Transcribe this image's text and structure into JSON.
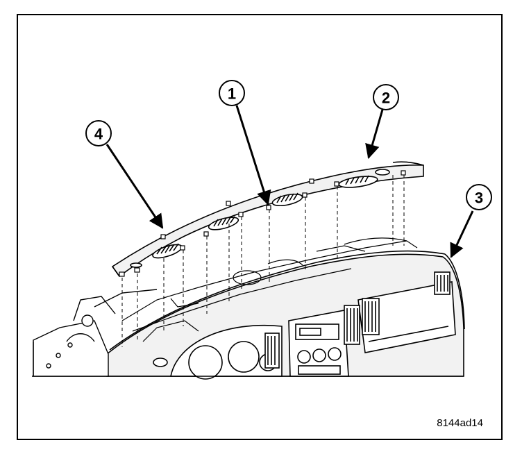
{
  "figure": {
    "code": "8144ad14",
    "callouts": [
      {
        "label": "1"
      },
      {
        "label": "2"
      },
      {
        "label": "3"
      },
      {
        "label": "4"
      }
    ]
  },
  "colors": {
    "line": "#000000",
    "background": "#ffffff",
    "panel_fill": "#f2f2f2"
  }
}
